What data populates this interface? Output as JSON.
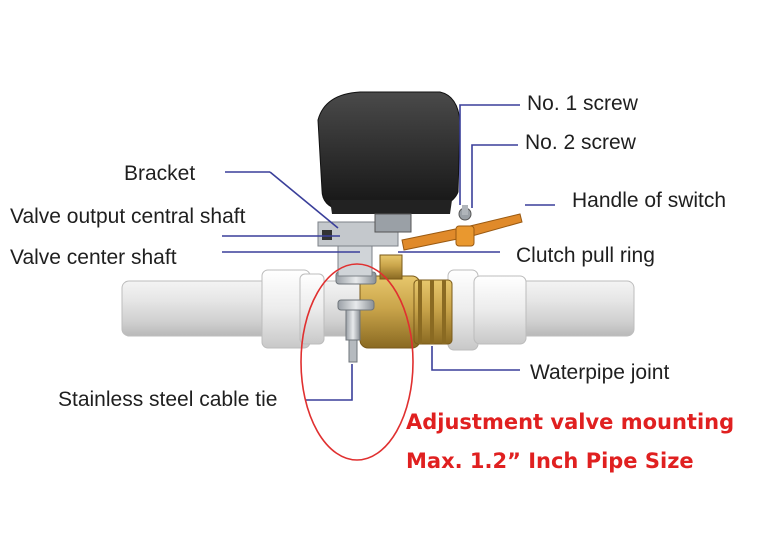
{
  "labels": {
    "no1_screw": "No. 1 screw",
    "no2_screw": "No. 2 screw",
    "bracket": "Bracket",
    "handle_of_switch": "Handle of switch",
    "valve_output_central_shaft": "Valve output central shaft",
    "valve_center_shaft": "Valve center shaft",
    "clutch_pull_ring": "Clutch pull ring",
    "waterpipe_joint": "Waterpipe joint",
    "stainless_steel_cable_tie": "Stainless steel cable tie"
  },
  "notes": {
    "line1": "Adjustment valve mounting",
    "line2": "Max. 1.2” Inch Pipe Size",
    "color": "#e02020"
  },
  "colors": {
    "leader_line": "#3a3f9a",
    "highlight_circle": "#e03030",
    "actuator": "#2b2b2b",
    "brass": "#c9a44a",
    "handle": "#e08a2a",
    "pipe": "#e4e4e4"
  }
}
